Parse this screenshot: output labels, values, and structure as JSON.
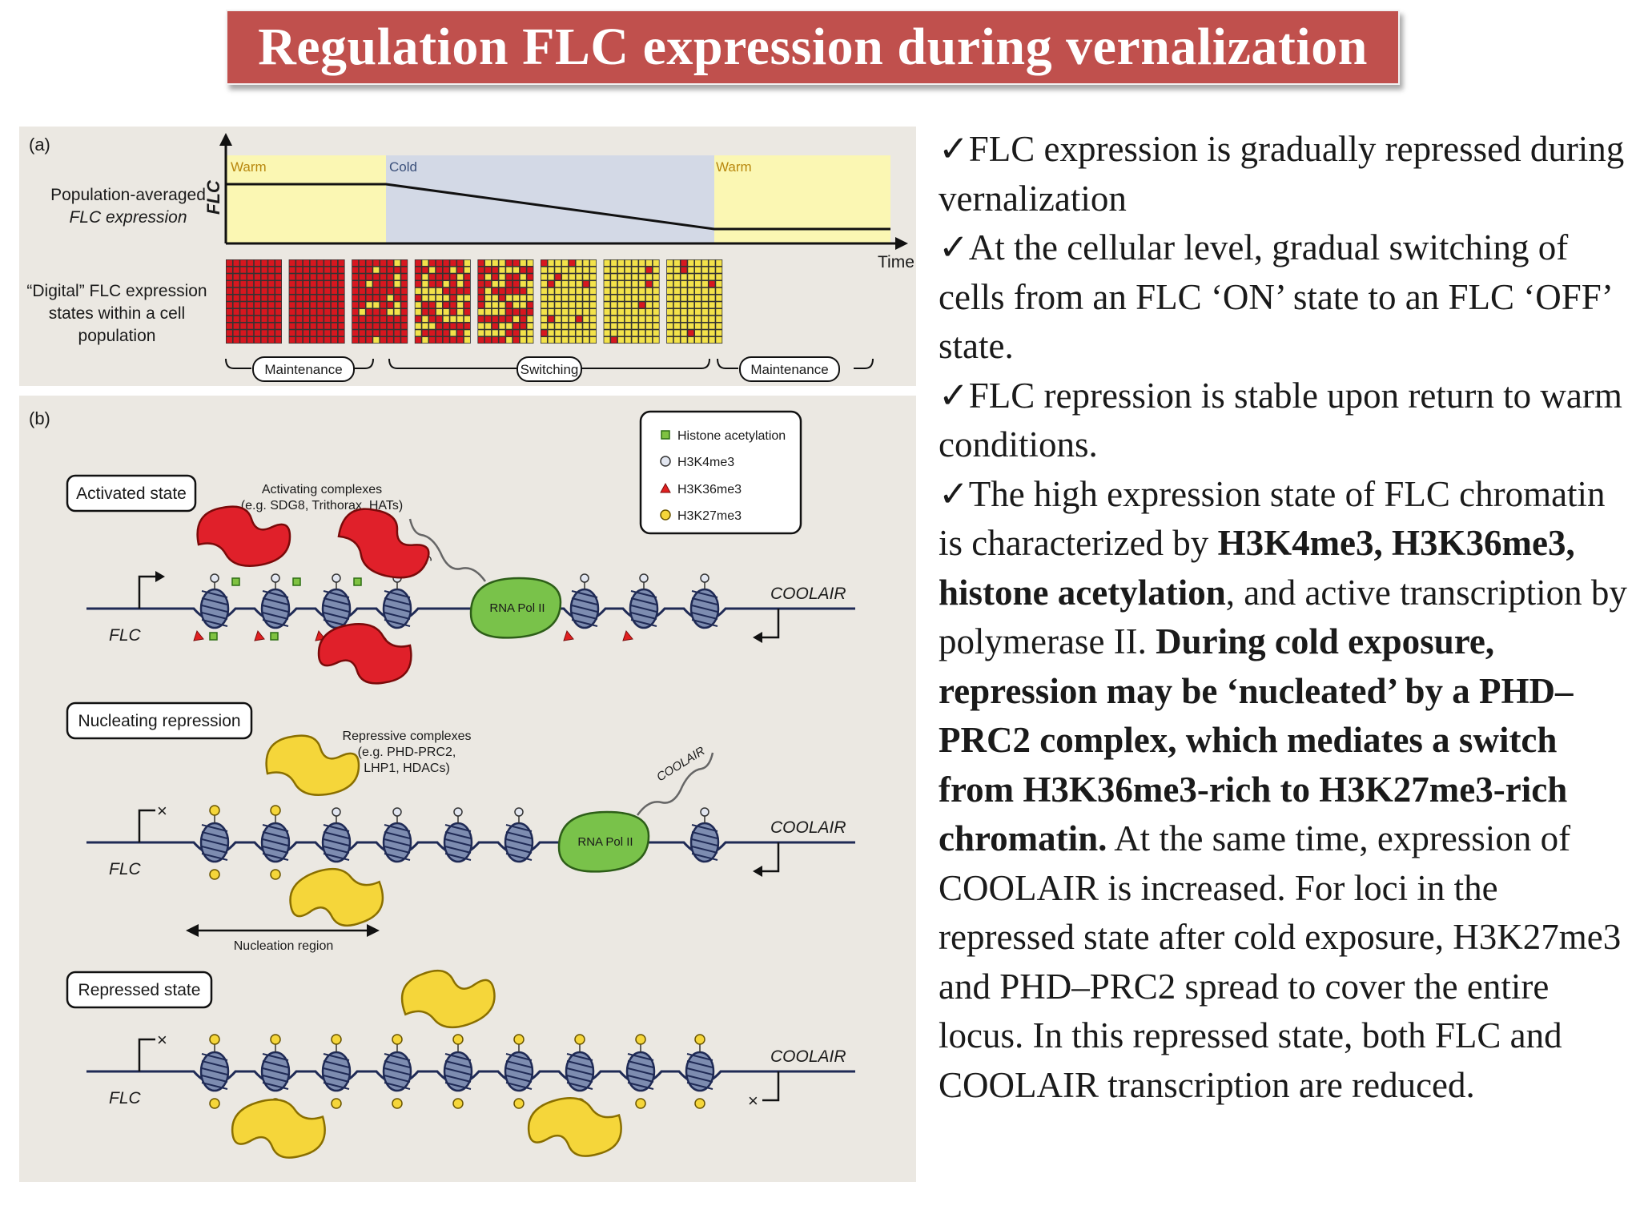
{
  "slide": {
    "title": "Regulation FLC expression during vernalization"
  },
  "panel_a": {
    "label": "(a)",
    "y_axis": "FLC",
    "row1_label": [
      "Population-averaged",
      "FLC expression"
    ],
    "row2_label": [
      "“Digital” FLC expression",
      "states within a cell",
      "population"
    ],
    "phases": [
      "Warm",
      "Cold",
      "Warm"
    ],
    "x_axis": "Time",
    "brackets": [
      "Maintenance",
      "Switching",
      "Maintenance"
    ],
    "grid_on_fraction": [
      1.0,
      1.0,
      0.84,
      0.52,
      0.48,
      0.08,
      0.06,
      0.06
    ],
    "colors": {
      "on": "#d7171f",
      "off": "#f3e24a",
      "warm": "#fbf7b3",
      "cold": "#d3d9e6"
    }
  },
  "panel_b": {
    "label": "(b)",
    "legend": [
      "Histone acetylation",
      "H3K4me3",
      "H3K36me3",
      "H3K27me3"
    ],
    "states": [
      {
        "title": "Activated state",
        "gene": "FLC",
        "antisense": "COOLAIR",
        "complex_label": [
          "Activating complexes",
          "(e.g. SDG8, Trithorax, HATs)"
        ],
        "transcript": "FLC",
        "polymerase": "RNA Pol II"
      },
      {
        "title": "Nucleating repression",
        "gene": "FLC",
        "antisense": "COOLAIR",
        "complex_label": [
          "Repressive complexes",
          "(e.g. PHD-PRC2,",
          "LHP1, HDACs)"
        ],
        "transcript": "COOLAIR",
        "polymerase": "RNA Pol II",
        "region_label": "Nucleation region"
      },
      {
        "title": "Repressed state",
        "gene": "FLC",
        "antisense": "COOLAIR"
      }
    ]
  },
  "bullets": [
    {
      "check": "✓",
      "text": "FLC expression is gradually repressed during vernalization"
    },
    {
      "check": "✓",
      "text": "At the cellular level, gradual switching of cells from an FLC ‘ON’ state to an FLC ‘OFF’ state."
    },
    {
      "check": "✓",
      "text": "FLC repression is stable upon return to warm conditions."
    },
    {
      "check": "✓",
      "text_a": "The high expression state of FLC chromatin is characterized by ",
      "bold_a": "H3K4me3, H3K36me3, histone acetylation",
      "text_b": ", and active transcription by polymerase II. ",
      "bold_b": "During cold exposure, repression may be ‘nucleated’ by a PHD–PRC2 complex, which mediates a switch from H3K36me3-rich to H3K27me3-rich chromatin.",
      "text_c": " At the same time, expression of COOLAIR is increased. For loci in the repressed state after cold exposure, H3K27me3 and PHD–PRC2 spread to cover the entire locus. In this repressed state, both FLC and COOLAIR transcription are reduced."
    }
  ]
}
